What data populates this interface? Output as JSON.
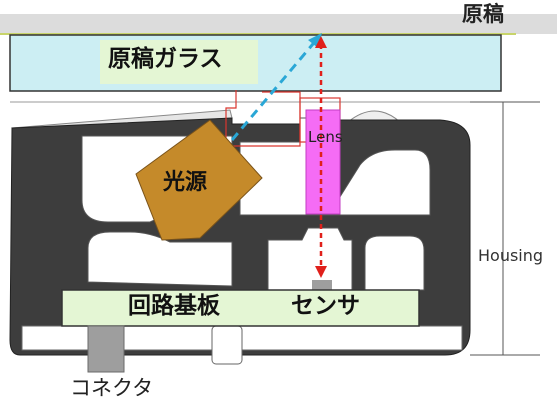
{
  "labels": {
    "genko": "原稿",
    "genko_glass": "原稿ガラス",
    "light_source": "光源",
    "lens": "Lens",
    "housing": "Housing",
    "circuit_board": "回路基板",
    "sensor": "センサ",
    "connector": "コネクタ"
  },
  "colors": {
    "glass": "#cceef3",
    "label_box": "#e4f6d4",
    "light_source": "#c58a2a",
    "lens": "#f56cf5",
    "housing": "#3d3d3d",
    "light_path": "#2aa7d6",
    "reflected_path": "#e0201b"
  }
}
